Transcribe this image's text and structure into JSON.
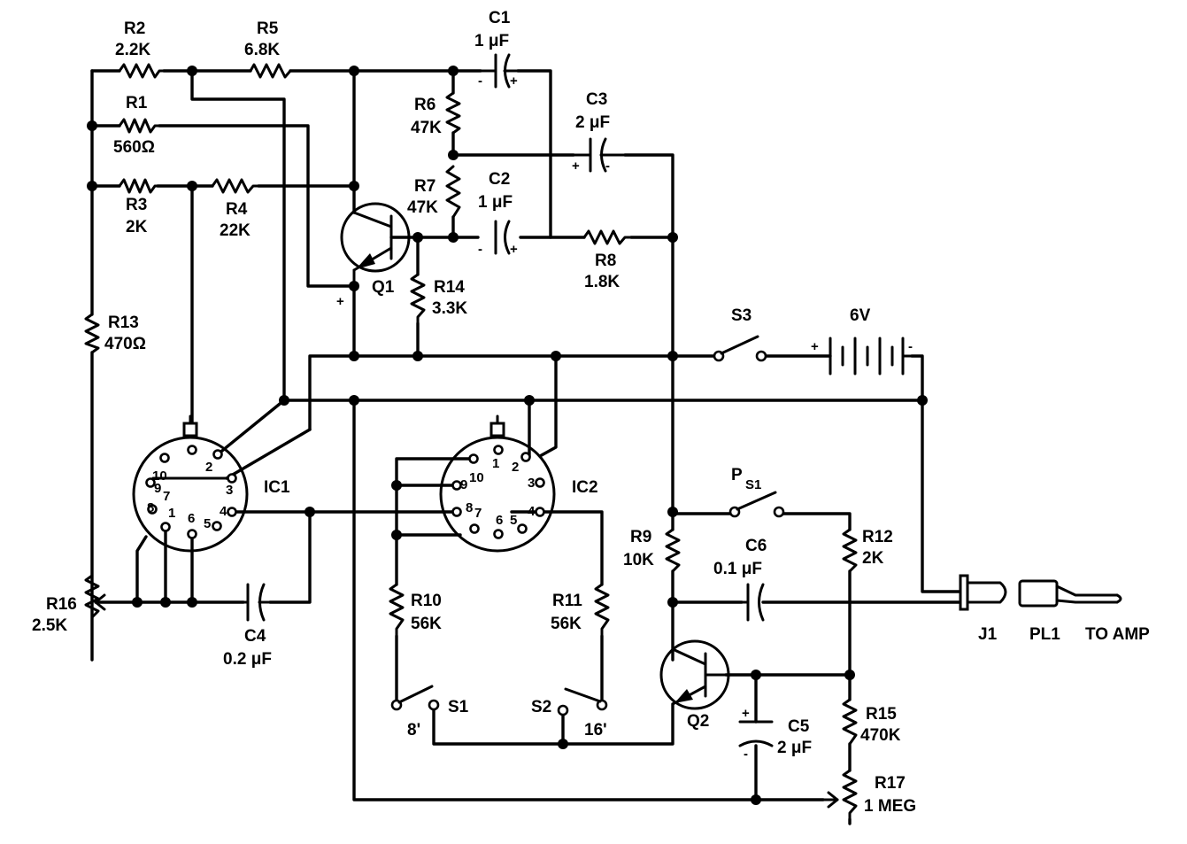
{
  "components": {
    "r1": {
      "name": "R1",
      "value": "560Ω"
    },
    "r2": {
      "name": "R2",
      "value": "2.2K"
    },
    "r3": {
      "name": "R3",
      "value": "2K"
    },
    "r4": {
      "name": "R4",
      "value": "22K"
    },
    "r5": {
      "name": "R5",
      "value": "6.8K"
    },
    "r6": {
      "name": "R6",
      "value": "47K"
    },
    "r7": {
      "name": "R7",
      "value": "47K"
    },
    "r8": {
      "name": "R8",
      "value": "1.8K"
    },
    "r9": {
      "name": "R9",
      "value": "10K"
    },
    "r10": {
      "name": "R10",
      "value": "56K"
    },
    "r11": {
      "name": "R11",
      "value": "56K"
    },
    "r12": {
      "name": "R12",
      "value": "2K"
    },
    "r13": {
      "name": "R13",
      "value": "470Ω"
    },
    "r14": {
      "name": "R14",
      "value": "3.3K"
    },
    "r15": {
      "name": "R15",
      "value": "470K"
    },
    "r16": {
      "name": "R16",
      "value": "2.5K"
    },
    "r17": {
      "name": "R17",
      "value": "1 MEG"
    },
    "c1": {
      "name": "C1",
      "value": "1 μF"
    },
    "c2": {
      "name": "C2",
      "value": "1 μF"
    },
    "c3": {
      "name": "C3",
      "value": "2 μF"
    },
    "c4": {
      "name": "C4",
      "value": "0.2 μF"
    },
    "c5": {
      "name": "C5",
      "value": "2 μF"
    },
    "c6": {
      "name": "C6",
      "value": "0.1 μF"
    },
    "q1": {
      "name": "Q1"
    },
    "q2": {
      "name": "Q2"
    },
    "ic1": {
      "name": "IC1"
    },
    "ic2": {
      "name": "IC2"
    },
    "s1": {
      "name": "S1",
      "position": "8'"
    },
    "s2": {
      "name": "S2",
      "position": "16'"
    },
    "s3": {
      "name": "S3"
    },
    "ps1": {
      "name_main": "P",
      "name_sub": "S1"
    },
    "battery": {
      "value": "6V"
    },
    "j1": {
      "name": "J1"
    },
    "pl1": {
      "name": "PL1"
    },
    "to_amp": {
      "label": "TO AMP"
    }
  },
  "polarity": {
    "plus": "+",
    "minus": "-"
  },
  "ic1_pins": [
    "1",
    "2",
    "3",
    "4",
    "5",
    "6",
    "7",
    "8",
    "9",
    "10"
  ],
  "ic2_pins": [
    "1",
    "2",
    "3",
    "4",
    "5",
    "6",
    "7",
    "8",
    "9",
    "10"
  ]
}
